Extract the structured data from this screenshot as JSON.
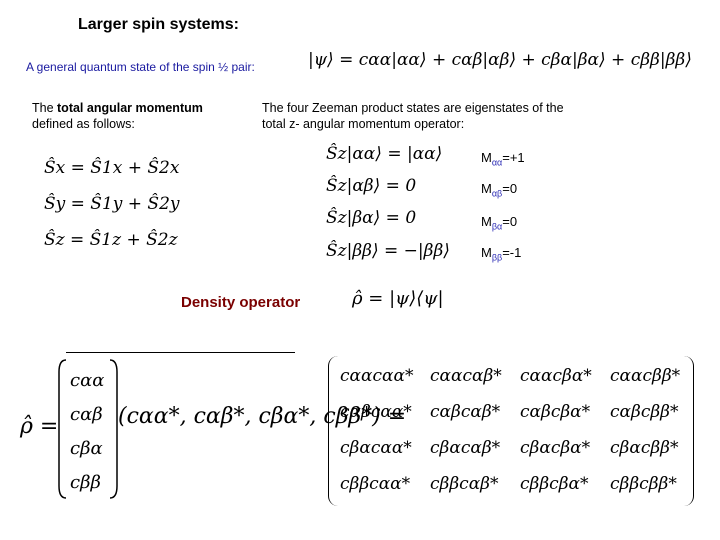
{
  "title": "Larger spin systems:",
  "general_label": "A general quantum state of the spin ½ pair:",
  "psi_equation": "|ψ⟩ = cαα|αα⟩ + cαβ|αβ⟩ + cβα|βα⟩ + cββ|ββ⟩",
  "total_angular": {
    "prefix": "The ",
    "bold": "total angular momentum",
    "suffix": "defined as follows:"
  },
  "zeeman_text": "The four Zeeman product states are eigenstates of the total z- angular momentum operator:",
  "s_equations": [
    "Ŝx = Ŝ1x + Ŝ2x",
    "Ŝy = Ŝ1y + Ŝ2y",
    "Ŝz = Ŝ1z + Ŝ2z"
  ],
  "sz_equations": [
    "Ŝz|αα⟩ = |αα⟩",
    "Ŝz|αβ⟩ = 0",
    "Ŝz|βα⟩ = 0",
    "Ŝz|ββ⟩ = −|ββ⟩"
  ],
  "m_labels": [
    {
      "sub": "αα",
      "value": "=+1"
    },
    {
      "sub": "αβ",
      "value": "=0"
    },
    {
      "sub": "βα",
      "value": "=0"
    },
    {
      "sub": "ββ",
      "value": "=-1"
    }
  ],
  "density_label": "Density operator",
  "rho_equation": "ρ̂ = |ψ⟩⟨ψ|",
  "rho_symbol": "ρ̂ =",
  "column_vector": [
    "cαα",
    "cαβ",
    "cβα",
    "cββ"
  ],
  "row_vector": "(cαα*, cαβ*, cβα*, cββ*) =",
  "matrix": [
    [
      "cααcαα*",
      "cααcαβ*",
      "cααcβα*",
      "cααcββ*"
    ],
    [
      "cαβcαα*",
      "cαβcαβ*",
      "cαβcβα*",
      "cαβcββ*"
    ],
    [
      "cβαcαα*",
      "cβαcαβ*",
      "cβαcβα*",
      "cβαcββ*"
    ],
    [
      "cββcαα*",
      "cββcαβ*",
      "cββcβα*",
      "cββcββ*"
    ]
  ]
}
